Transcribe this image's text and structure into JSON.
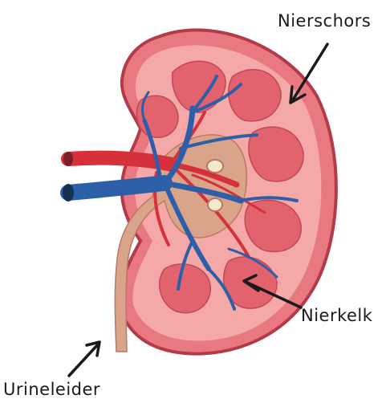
{
  "diagram": {
    "labels": {
      "cortex": "Nierschors",
      "calyx": "Nierkelk",
      "ureter": "Urineleider"
    },
    "colors": {
      "outline": "#b43a4a",
      "kidney_outer": "#e87980",
      "cortex_fill": "#f4a8a8",
      "pyramid": "#e2636e",
      "pelvis": "#d9a48a",
      "vein": "#2d5fa8",
      "artery": "#d6303a",
      "label": "#1a1a1a"
    }
  }
}
